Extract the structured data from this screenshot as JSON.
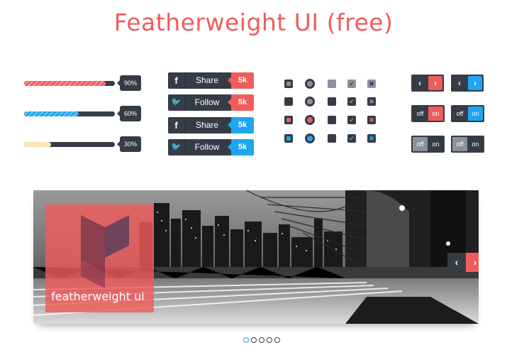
{
  "title": "Featherweight UI (free)",
  "colors": {
    "accent_red": "#f05c5c",
    "accent_blue": "#1ea6f0",
    "dark": "#353c46",
    "yellow": "#f7e2a8"
  },
  "progress_bars": [
    {
      "value": 0.9,
      "label": "90%",
      "color": "#f05c5c"
    },
    {
      "value": 0.6,
      "label": "60%",
      "color": "#1ea6f0"
    },
    {
      "value": 0.3,
      "label": "30%",
      "color": "#f7e2a8"
    }
  ],
  "social_buttons": [
    {
      "icon": "facebook-icon",
      "glyph": "f",
      "label": "Share",
      "count": "5k",
      "accent": "red"
    },
    {
      "icon": "twitter-icon",
      "glyph": "🐦",
      "label": "Follow",
      "count": "5k",
      "accent": "red"
    },
    {
      "icon": "facebook-icon",
      "glyph": "f",
      "label": "Share",
      "count": "5k",
      "accent": "blue"
    },
    {
      "icon": "twitter-icon",
      "glyph": "🐦",
      "label": "Follow",
      "count": "5k",
      "accent": "blue"
    }
  ],
  "pager_glyphs": {
    "prev": "‹",
    "next": "›"
  },
  "toggles": [
    {
      "off": "off",
      "on": "on",
      "active": "on",
      "accent": "red"
    },
    {
      "off": "off",
      "on": "on",
      "active": "on",
      "accent": "blue"
    },
    {
      "off": "off",
      "on": "on",
      "active": "off",
      "accent": "gray"
    },
    {
      "off": "off",
      "on": "on",
      "active": "off",
      "accent": "gray"
    }
  ],
  "slider": {
    "brand_name": "featherweight ui",
    "slides": 5,
    "active_slide": 1
  }
}
